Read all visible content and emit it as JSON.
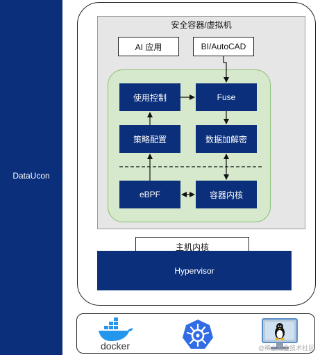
{
  "sidebar": {
    "label": "DataUcon"
  },
  "container": {
    "title": "安全容器/虚拟机"
  },
  "apps": {
    "ai": "AI 应用",
    "bi": "BI/AutoCAD"
  },
  "nodes": {
    "usage_control": "使用控制",
    "fuse": "Fuse",
    "policy_config": "策略配置",
    "data_crypto": "数据加解密",
    "ebpf": "eBPF",
    "container_kernel": "容器内核"
  },
  "host_kernel": "主机内核",
  "hypervisor": "Hypervisor",
  "logos": {
    "docker": {
      "label": "docker",
      "icon": "docker-whale-icon",
      "color": "#2496ed"
    },
    "kubernetes": {
      "icon": "kubernetes-helm-icon",
      "color": "#326ce5"
    },
    "linux": {
      "icon": "linux-tux-monitor-icon",
      "color": "#5b8fc9"
    }
  },
  "watermark": "@稀土掘金技术社区",
  "colors": {
    "navy": "#0b2f7a",
    "green_fill": "#d6e9cc",
    "gray_fill": "#e6e6e6"
  }
}
